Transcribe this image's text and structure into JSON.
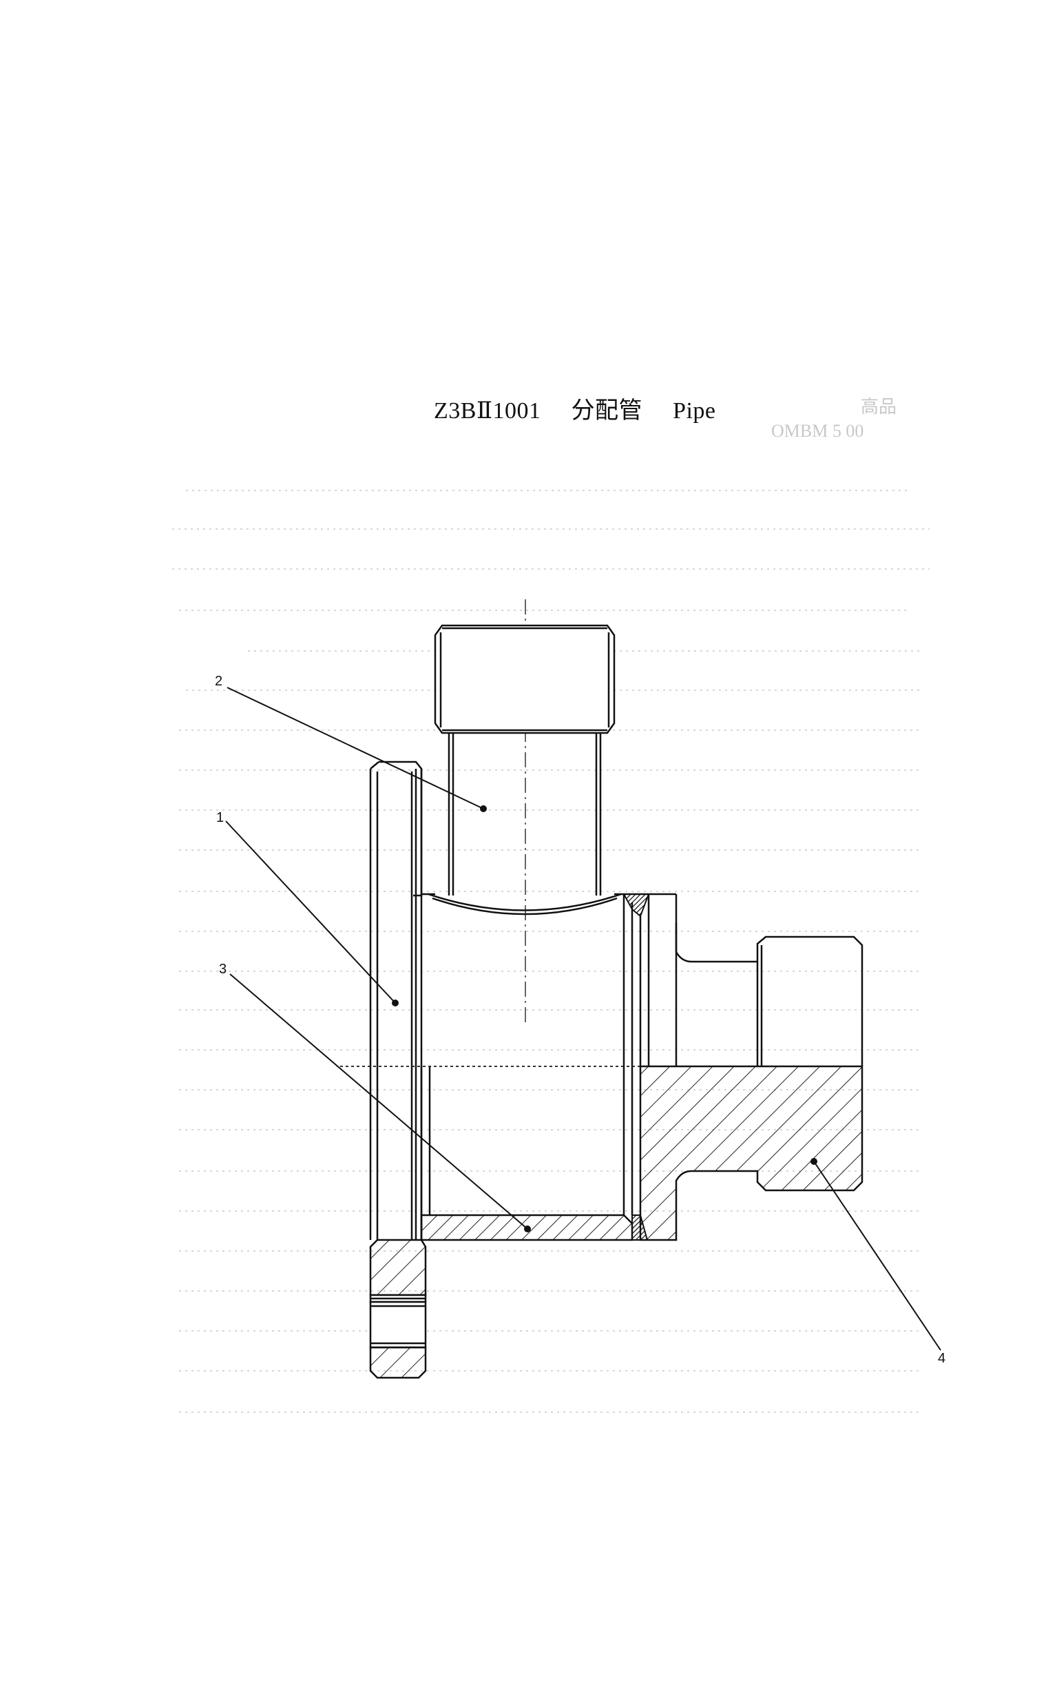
{
  "title": {
    "code": "Z3BⅡ1001",
    "chinese_name": "分配管",
    "english_name": "Pipe"
  },
  "stamp": {
    "line1": "高品",
    "line2": "OMBM 5 00"
  },
  "callouts": [
    "1",
    "2",
    "3",
    "4"
  ]
}
